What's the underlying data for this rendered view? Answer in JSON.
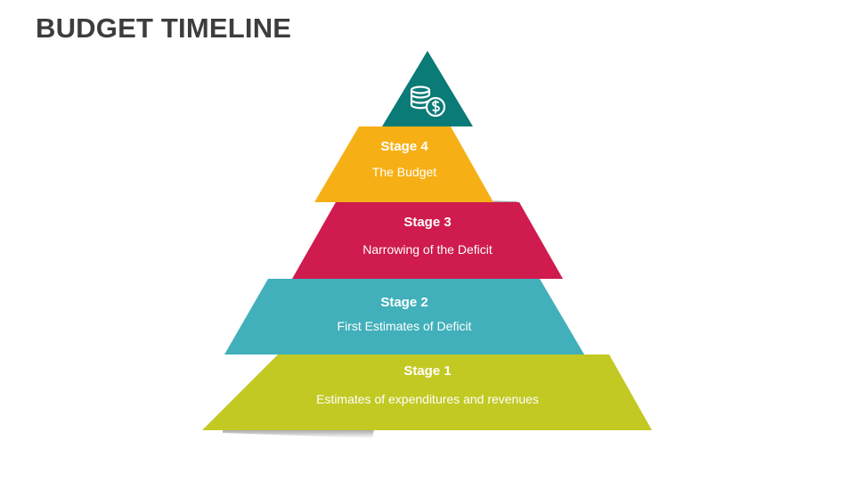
{
  "title": "BUDGET TIMELINE",
  "apex": {
    "icon": "coins-dollar-icon",
    "color": "#0a7b76"
  },
  "stages": [
    {
      "title": "Stage 4",
      "description": "The Budget",
      "color": "#f6b016"
    },
    {
      "title": "Stage 3",
      "description": "Narrowing of the Deficit",
      "color": "#cf1b4d"
    },
    {
      "title": "Stage 2",
      "description": "First Estimates of Deficit",
      "color": "#41b0bb"
    },
    {
      "title": "Stage 1",
      "description": "Estimates of expenditures and revenues",
      "color": "#c2c922"
    }
  ]
}
